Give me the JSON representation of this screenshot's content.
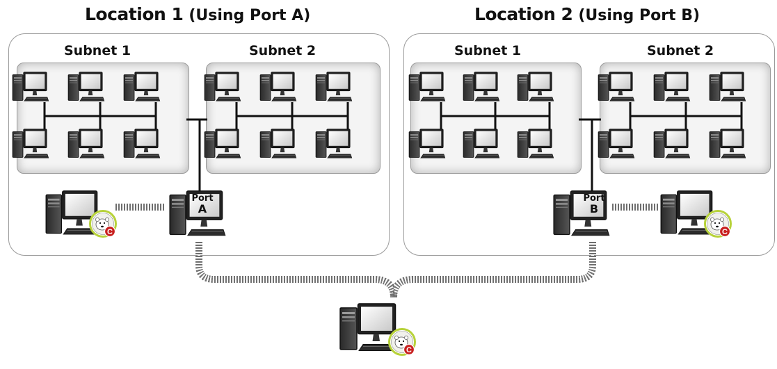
{
  "locations": [
    {
      "name": "Location 1",
      "note": "(Using Port A)",
      "subnets": [
        "Subnet 1",
        "Subnet 2"
      ],
      "port": {
        "word": "Port",
        "letter": "A"
      }
    },
    {
      "name": "Location 2",
      "note": "(Using Port B)",
      "subnets": [
        "Subnet 1",
        "Subnet 2"
      ],
      "port": {
        "word": "Port",
        "letter": "B"
      }
    }
  ],
  "icons": {
    "workstation": "desktop-computer-icon",
    "retrospect": "polar-bear-c-badge-icon"
  },
  "colors": {
    "wire": "#111111",
    "crossover_cable": "#6e6e6e",
    "badge_ring": "#b7d23a",
    "badge_c": "#c8201f",
    "box_border": "#9a9a9a"
  }
}
